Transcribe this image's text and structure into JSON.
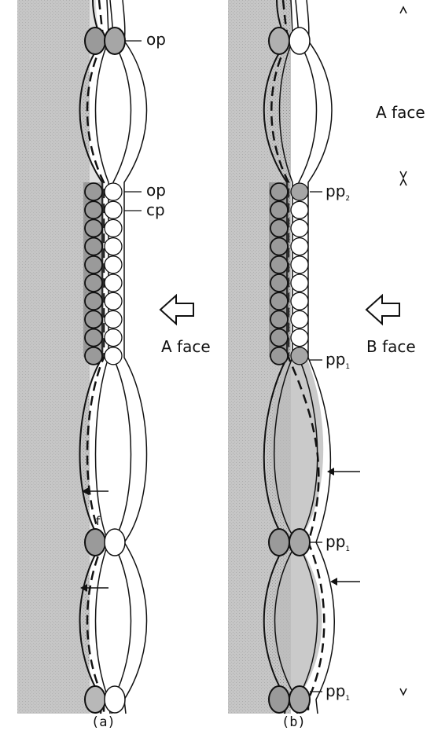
{
  "panel_a": {
    "caption": "(a)",
    "face_label": "A face",
    "labels": {
      "op_top": "op",
      "op_mid": "op",
      "cp": "cp",
      "f": "f"
    }
  },
  "panel_b": {
    "caption": "(b)",
    "face_label": "B face",
    "labels": {
      "pp_base": "pp",
      "sub_2": "2",
      "sub_1": "1"
    }
  },
  "right_margin": {
    "face_label": "A face"
  },
  "colors": {
    "shade": "#b9b9b9",
    "particle_fill": "#9a9a9a",
    "line": "#111111"
  }
}
